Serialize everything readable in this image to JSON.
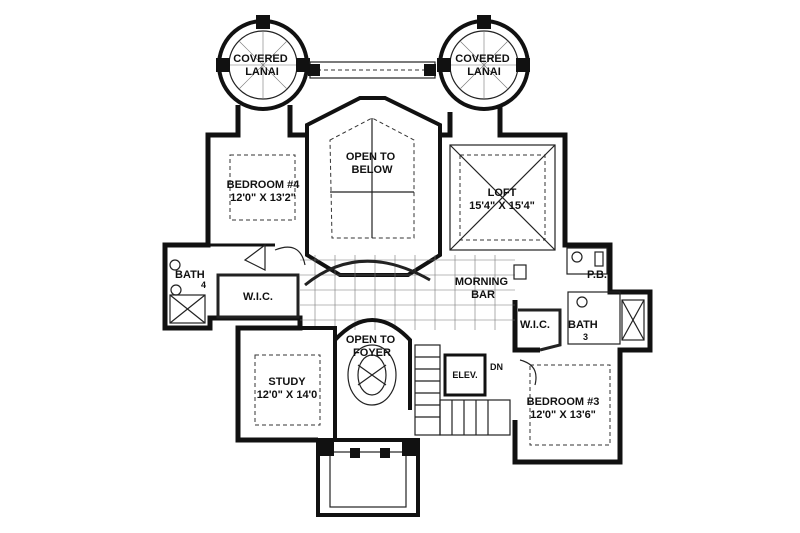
{
  "rooms": {
    "lanai_left": "COVERED\nLANAI",
    "lanai_right": "COVERED\nLANAI",
    "open_below": "OPEN TO\nBELOW",
    "bedroom4": "BEDROOM #4",
    "bedroom4_size": "12'0\" X 13'2\"",
    "loft": "LOFT",
    "loft_size": "15'4\" X 15'4\"",
    "bath4": "BATH",
    "bath4_num": "4",
    "wic_left": "W.I.C.",
    "morning_bar": "MORNING\nBAR",
    "pb": "P.B.",
    "wic_right": "W.I.C.",
    "bath3": "BATH",
    "bath3_num": "3",
    "open_foyer": "OPEN TO\nFOYER",
    "elev": "ELEV.",
    "dn": "DN",
    "study": "STUDY",
    "study_size": "12'0\" X 14'0",
    "bedroom3": "BEDROOM #3",
    "bedroom3_size": "12'0\" X 13'6\""
  },
  "colors": {
    "ink": "#111111",
    "paper": "#ffffff"
  }
}
